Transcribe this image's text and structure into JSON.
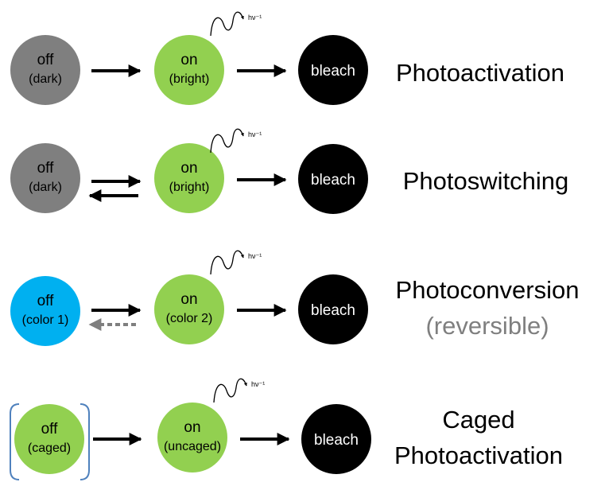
{
  "colors": {
    "dark_state": "#7f7f7f",
    "active_state": "#92d050",
    "color1_state": "#00b0f0",
    "bleach_state": "#000000",
    "arrow": "#000000",
    "reverse_dashed_arrow": "#7f7f7f",
    "cage_bracket": "#4f81bd",
    "subtitle_gray": "#7f7f7f"
  },
  "photon": {
    "label": "hν⁻¹",
    "icon": "wavy-photon-arrow-icon"
  },
  "rows": [
    {
      "id": "photoactivation",
      "off": {
        "main": "off",
        "sub": "(dark)"
      },
      "on": {
        "main": "on",
        "sub": "(bright)"
      },
      "bleach": "bleach",
      "title": "Photoactivation",
      "subtitle": ""
    },
    {
      "id": "photoswitching",
      "off": {
        "main": "off",
        "sub": "(dark)"
      },
      "on": {
        "main": "on",
        "sub": "(bright)"
      },
      "bleach": "bleach",
      "title": "Photoswitching",
      "subtitle": ""
    },
    {
      "id": "photoconversion",
      "off": {
        "main": "off",
        "sub": "(color 1)"
      },
      "on": {
        "main": "on",
        "sub": "(color 2)"
      },
      "bleach": "bleach",
      "title": "Photoconversion",
      "subtitle": "(reversible)"
    },
    {
      "id": "caged",
      "off": {
        "main": "off",
        "sub": "(caged)"
      },
      "on": {
        "main": "on",
        "sub": "(uncaged)"
      },
      "bleach": "bleach",
      "title": "Caged",
      "subtitle": "Photoactivation"
    }
  ]
}
